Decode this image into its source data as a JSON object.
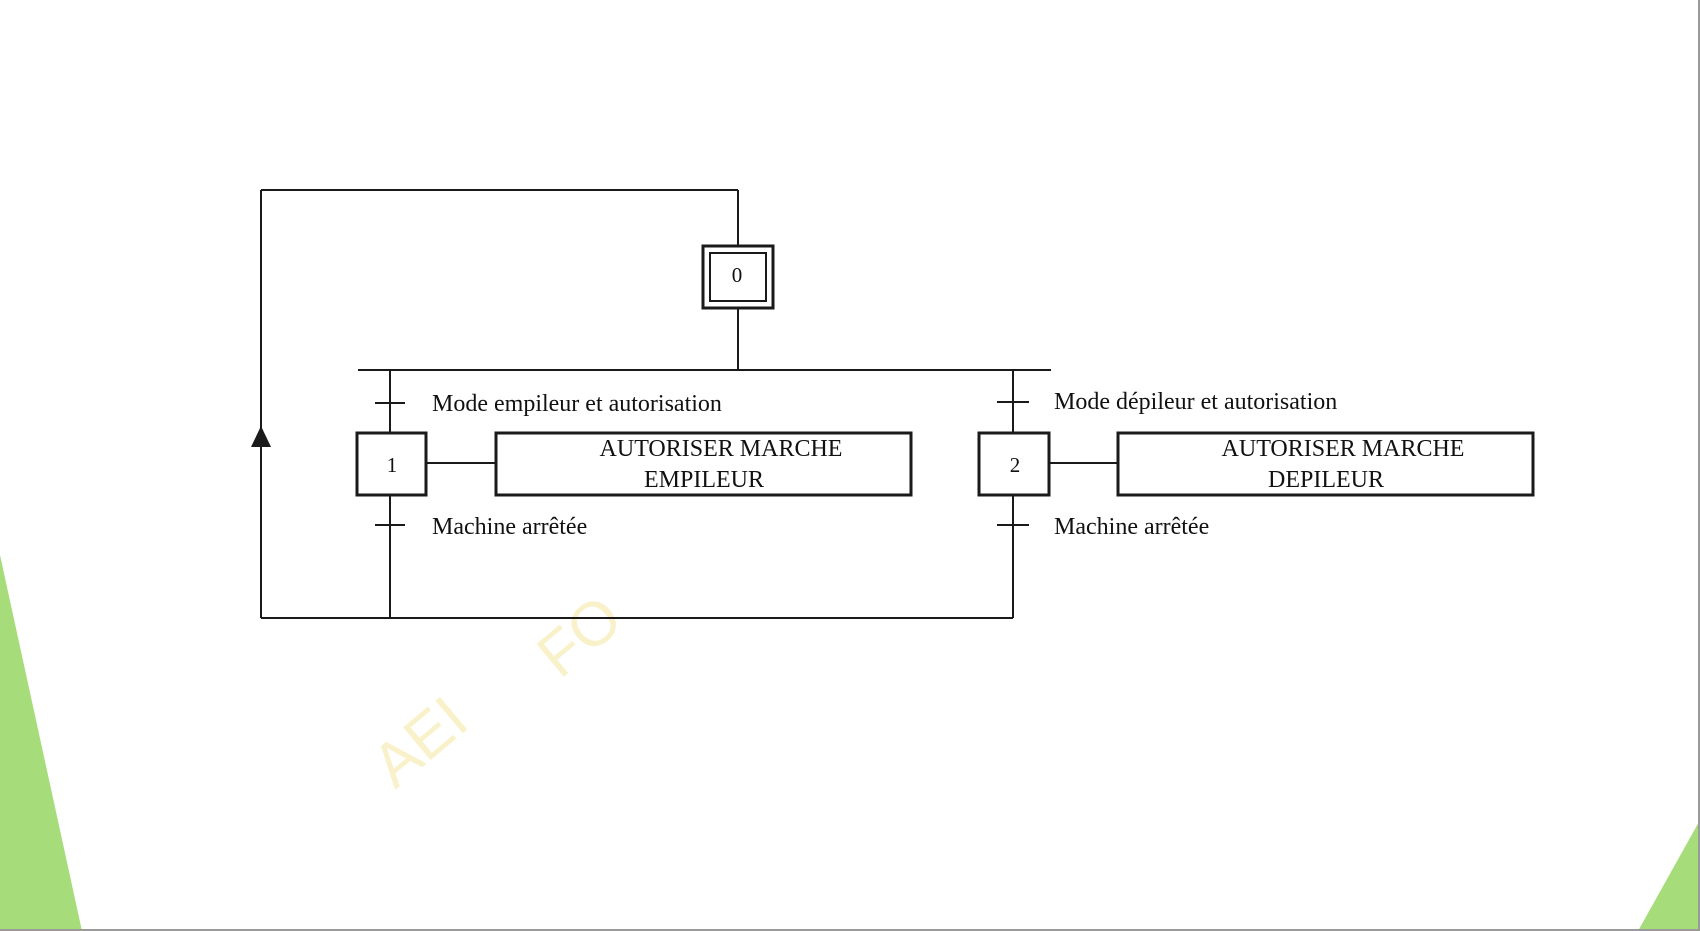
{
  "colors": {
    "accent_green": "#a6dc7a",
    "line": "#1a1a1a",
    "watermark": "#f6e9a8"
  },
  "watermark": {
    "text_left": "AEI",
    "text_right": "FO"
  },
  "grafcet": {
    "initial_step": {
      "label": "0"
    },
    "steps": [
      {
        "label": "1",
        "entry_transition": "Mode empileur et autorisation",
        "action_line1": "AUTORISER MARCHE",
        "action_line2": "EMPILEUR",
        "exit_transition": "Machine arrêtée"
      },
      {
        "label": "2",
        "entry_transition": "Mode dépileur et autorisation",
        "action_line1": "AUTORISER MARCHE",
        "action_line2": "DEPILEUR",
        "exit_transition": "Machine arrêtée"
      }
    ]
  }
}
